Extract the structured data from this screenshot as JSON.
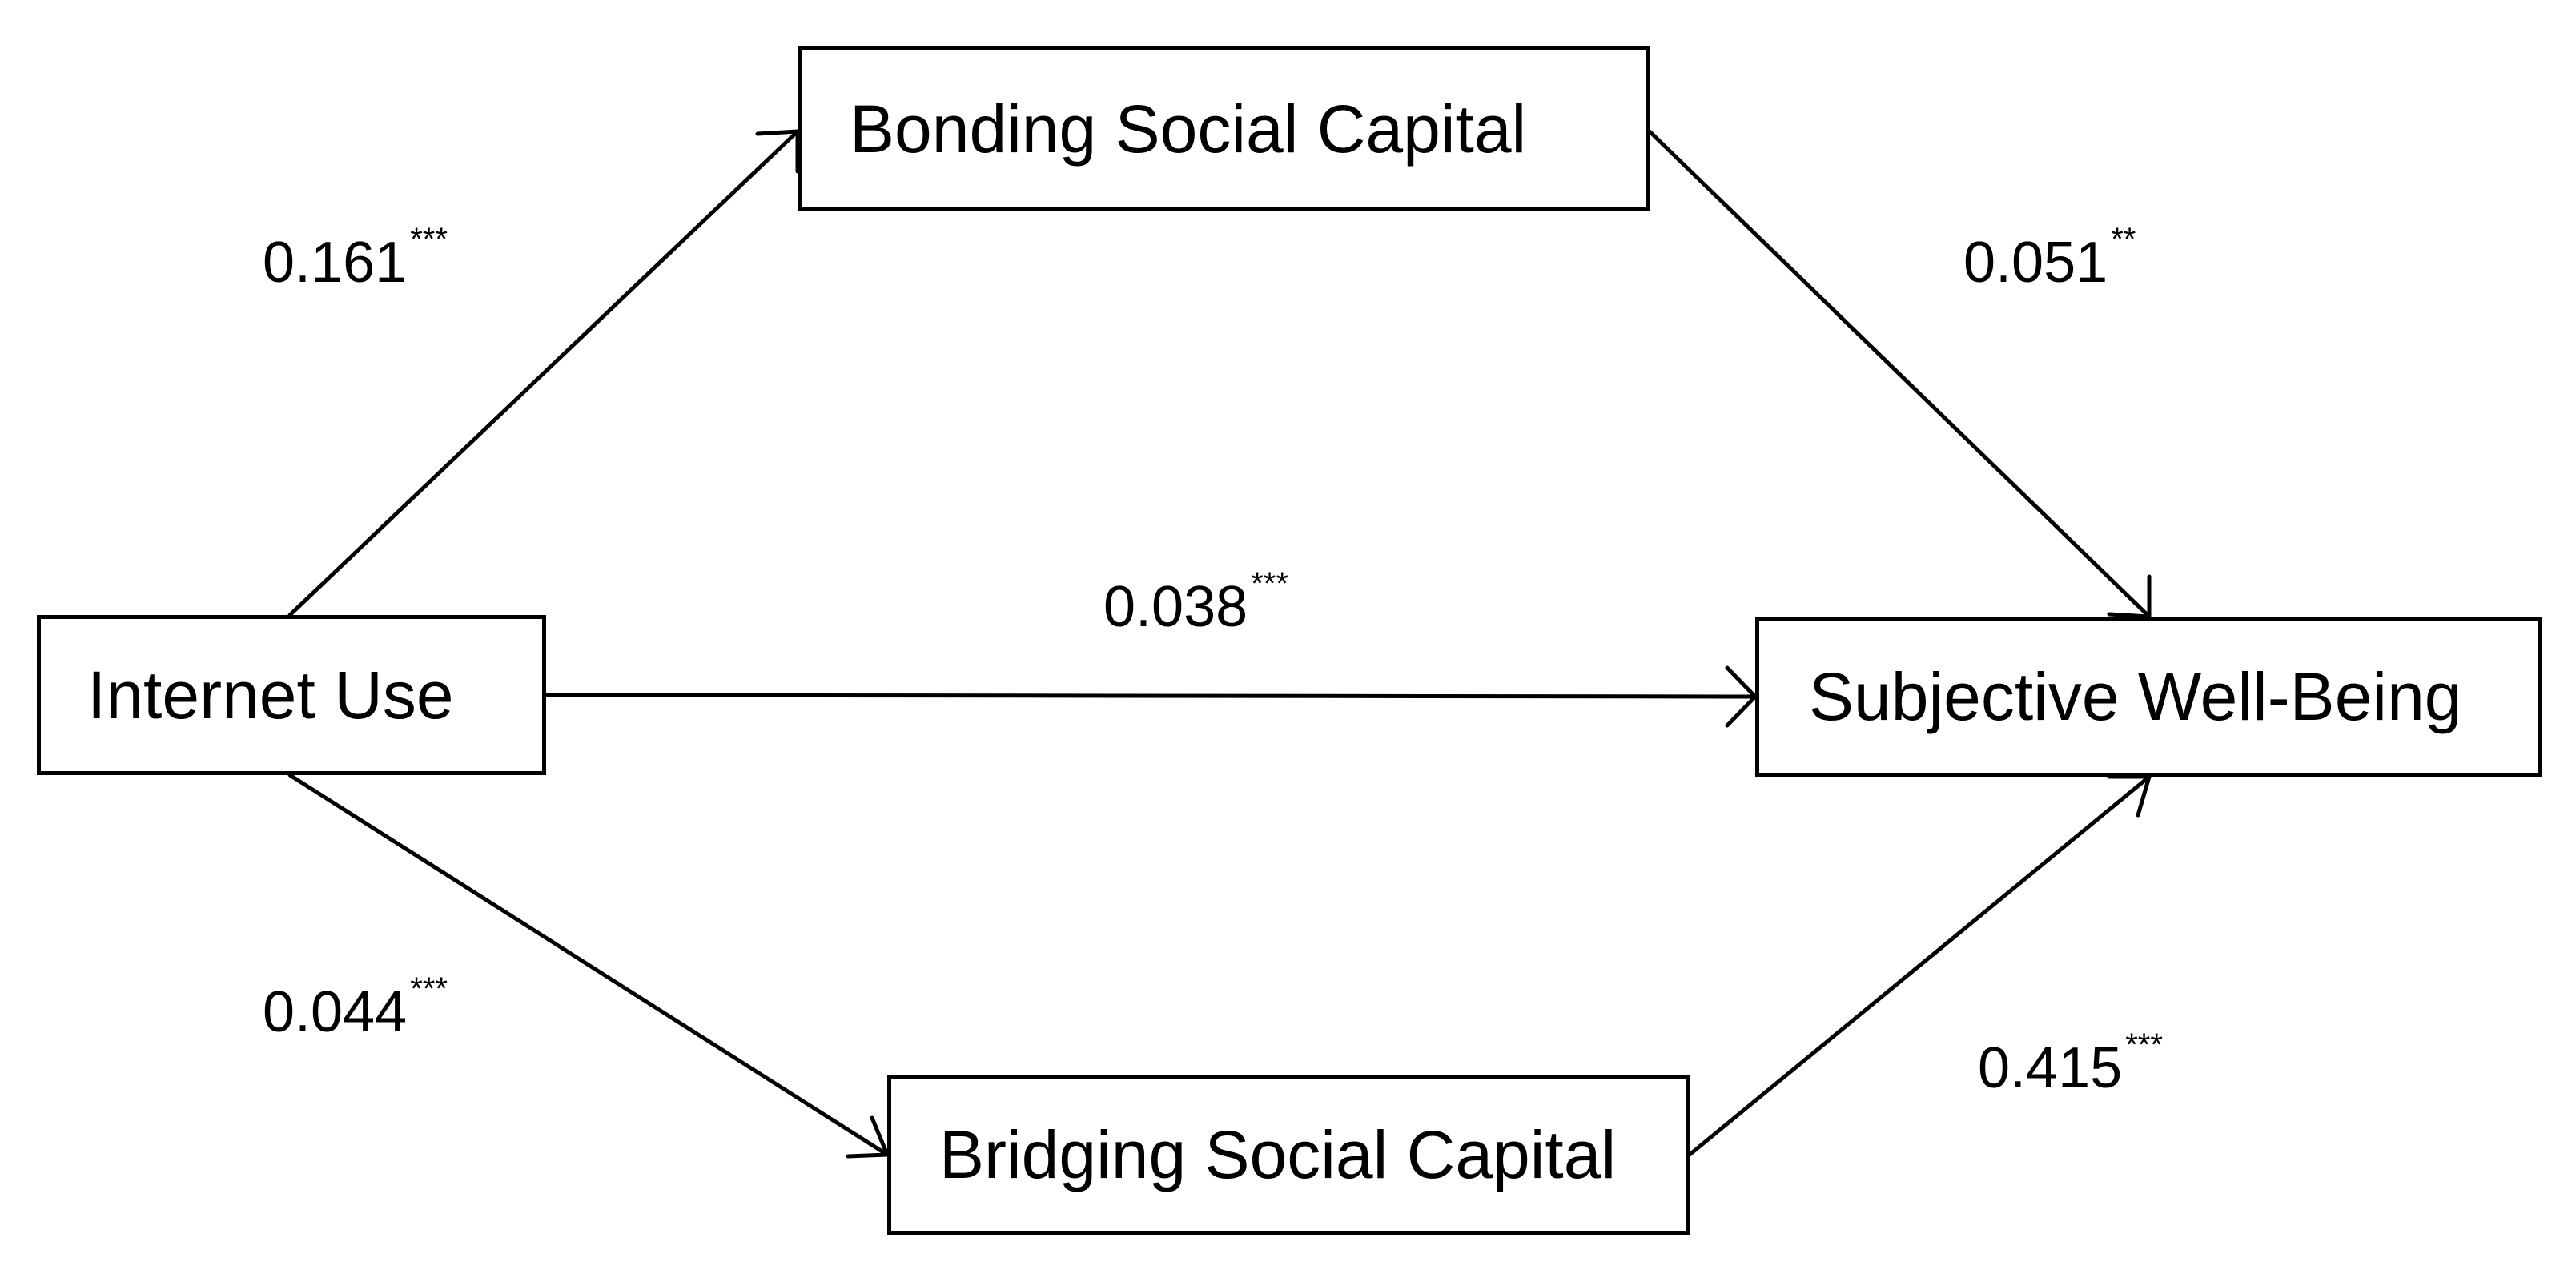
{
  "nodes": {
    "internet_use": "Internet Use",
    "bonding": "Bonding Social Capital",
    "bridging": "Bridging Social Capital",
    "swb": "Subjective Well-Being"
  },
  "paths": {
    "internet_to_bonding": {
      "value": "0.161",
      "sig": "***"
    },
    "bonding_to_swb": {
      "value": "0.051",
      "sig": "**"
    },
    "internet_to_swb": {
      "value": "0.038",
      "sig": "***"
    },
    "internet_to_bridging": {
      "value": "0.044",
      "sig": "***"
    },
    "bridging_to_swb": {
      "value": "0.415",
      "sig": "***"
    }
  },
  "colors": {
    "line": "#000000",
    "background": "#ffffff"
  }
}
